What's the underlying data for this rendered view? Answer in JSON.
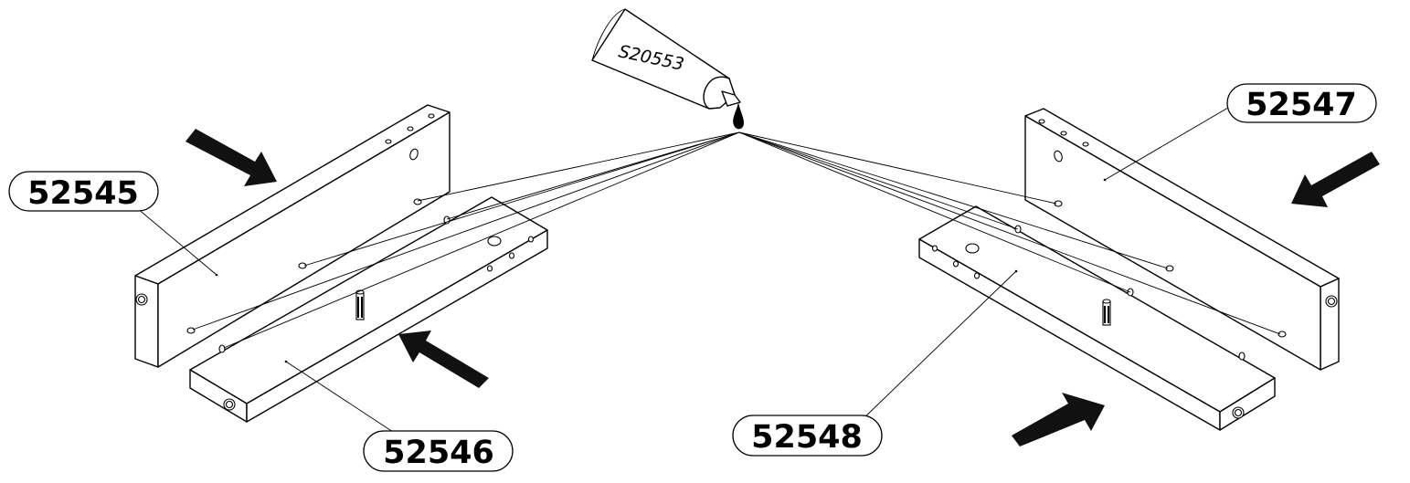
{
  "parts": {
    "rail_top_left": "52545",
    "rail_bottom_left": "52546",
    "rail_top_right": "52547",
    "rail_bottom_right": "52548"
  },
  "glue": {
    "code": "S20553"
  },
  "colors": {
    "ink": "#000000",
    "arrow_fill": "#111111",
    "background": "#ffffff"
  },
  "icons": {
    "direction": "arrow-icon",
    "glue": "glue-tube-icon",
    "dowel": "dowel-icon"
  }
}
